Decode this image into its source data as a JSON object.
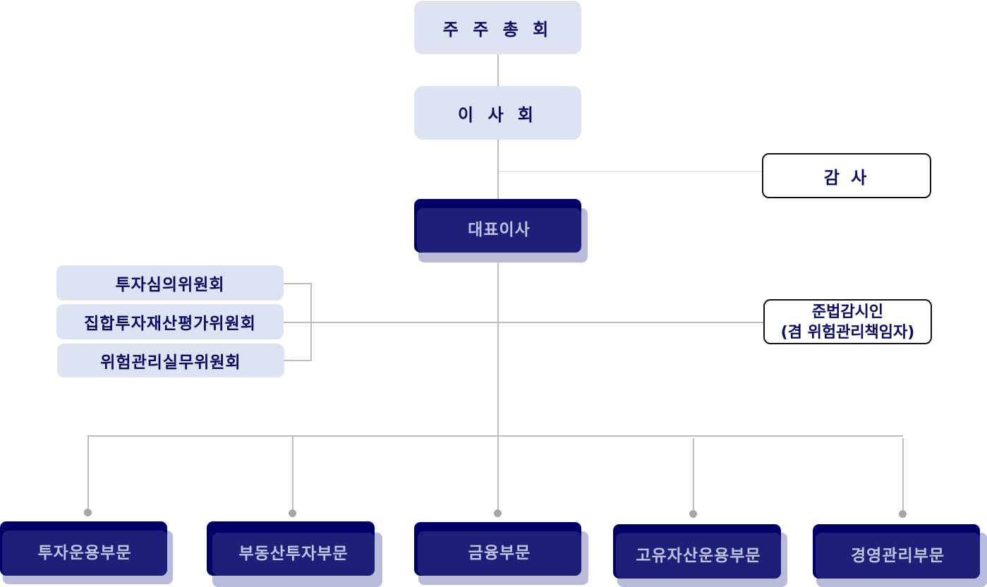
{
  "org_chart": {
    "shareholders_meeting": "주 주 총 회",
    "board_of_directors": "이 사 회",
    "auditor": "감 사",
    "ceo": "대표이사",
    "committees": [
      "투자심의위원회",
      "집합투자재산평가위원회",
      "위험관리실무위원회"
    ],
    "compliance_officer": {
      "line1": "준법감시인",
      "line2": "(겸 위험관리책임자)"
    },
    "divisions": [
      "투자운용부문",
      "부동산투자부문",
      "금융부문",
      "고유자산운용부문",
      "경영관리부문"
    ]
  },
  "colors": {
    "pale_box": "#dde3f3",
    "dark_box": "#1f1f7a",
    "dark_box_back": "#000066",
    "shadow": "#b9bbdb",
    "text_navy": "#0a0a60",
    "text_light": "#c0c4e2",
    "connector": "#bdbdbd"
  }
}
